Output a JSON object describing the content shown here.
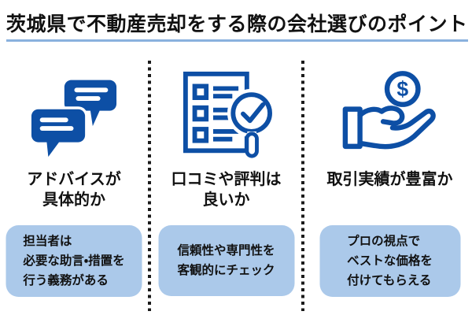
{
  "title": "茨城県で不動産売却をする際の会社選びのポイント",
  "colors": {
    "accent_blue": "#0d4fa5",
    "underline_blue": "#8ab1de",
    "box_bg": "#abc9ea",
    "divider": "#1b1b1b",
    "text": "#111111"
  },
  "columns": [
    {
      "icon": "chat-bubbles-icon",
      "heading": "アドバイスが\n具体的か",
      "detail": "担当者は\n必要な助言・措置を\n行う義務がある"
    },
    {
      "icon": "checklist-magnifier-icon",
      "heading": "口コミや評判は\n良いか",
      "detail": "信頼性や専門性を\n客観的にチェック"
    },
    {
      "icon": "hand-coin-icon",
      "heading": "取引実績が豊富か",
      "detail": "プロの視点で\nベストな価格を\n付けてもらえる"
    }
  ]
}
